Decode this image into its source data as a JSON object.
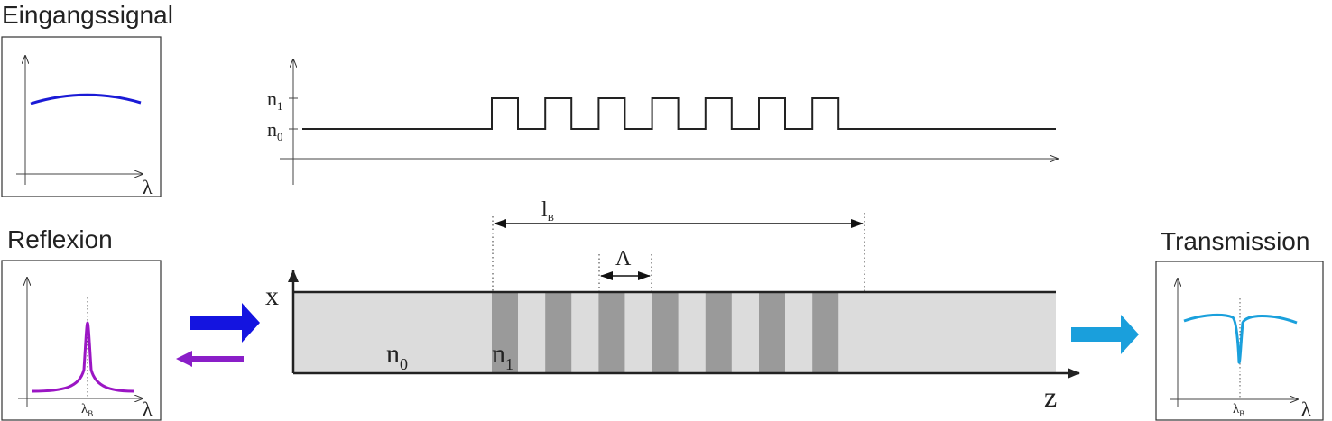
{
  "panels": {
    "input": {
      "title": "Eingangssignal",
      "axis_label": "λ"
    },
    "reflection": {
      "title": "Reflexion",
      "axis_label": "λ",
      "marker_label": "λ",
      "marker_sub": "B"
    },
    "transmission": {
      "title": "Transmission",
      "axis_label": "λ",
      "marker_label": "λ",
      "marker_sub": "B"
    }
  },
  "index_profile": {
    "n1_label": "n",
    "n1_sub": "1",
    "n0_label": "n",
    "n0_sub": "0",
    "periods": 7
  },
  "fiber": {
    "x_label": "x",
    "z_label": "z",
    "n0_label": "n",
    "n0_sub": "0",
    "n1_label": "n",
    "n1_sub": "1",
    "length_label": "l",
    "length_sub": "B",
    "period_label": "Λ",
    "stripes": 7
  },
  "colors": {
    "input_curve": "#1a1ad6",
    "reflection_curve": "#9b16c4",
    "transmission_curve": "#1aa0dc",
    "forward_arrow": "#1414e0",
    "back_arrow": "#8a1ec8",
    "out_arrow": "#1a9fdc",
    "fiber_fill": "#dcdcdc",
    "grating_fill": "#9a9a9a"
  }
}
